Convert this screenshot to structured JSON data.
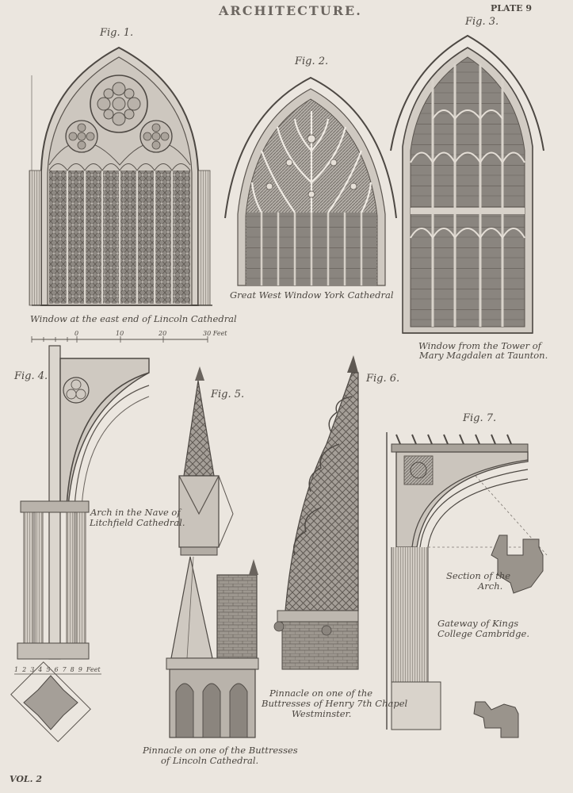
{
  "header": {
    "title": "ARCHITECTURE.",
    "plate": "PLATE 9"
  },
  "figures": {
    "fig1": {
      "label": "Fig. 1.",
      "caption": "Window at the east end of Lincoln Cathedral"
    },
    "fig2": {
      "label": "Fig. 2.",
      "caption": "Great West Window York Cathedral"
    },
    "fig3": {
      "label": "Fig. 3.",
      "caption_line1": "Window from the Tower of",
      "caption_line2": "Mary Magdalen at Taunton."
    },
    "fig4": {
      "label": "Fig. 4.",
      "caption_line1": "Arch in the Nave of",
      "caption_line2": "Litchfield Cathedral."
    },
    "fig5": {
      "label": "Fig. 5.",
      "caption_line1": "Pinnacle on one of the Buttresses",
      "caption_line2": "of Lincoln Cathedral."
    },
    "fig6": {
      "label": "Fig. 6.",
      "caption_line1": "Pinnacle on one of the",
      "caption_line2": "Buttresses of Henry 7th Chapel",
      "caption_line3": "Westminster."
    },
    "fig7": {
      "label": "Fig. 7.",
      "section_line1": "Section of the",
      "section_line2": "Arch.",
      "caption_line1": "Gateway of Kings",
      "caption_line2": "College Cambridge."
    }
  },
  "scale_top": {
    "ticks": [
      "0",
      "10",
      "20",
      "30 Feet"
    ]
  },
  "scale_fig4": {
    "ticks": [
      "1",
      "2",
      "3",
      "4",
      "5",
      "6",
      "7",
      "8",
      "9",
      "Feet"
    ]
  },
  "footer": {
    "volume": "VOL. 2"
  },
  "colors": {
    "paper": "#ebe6df",
    "ink": "#4a4540",
    "shade": "#8d8781"
  }
}
